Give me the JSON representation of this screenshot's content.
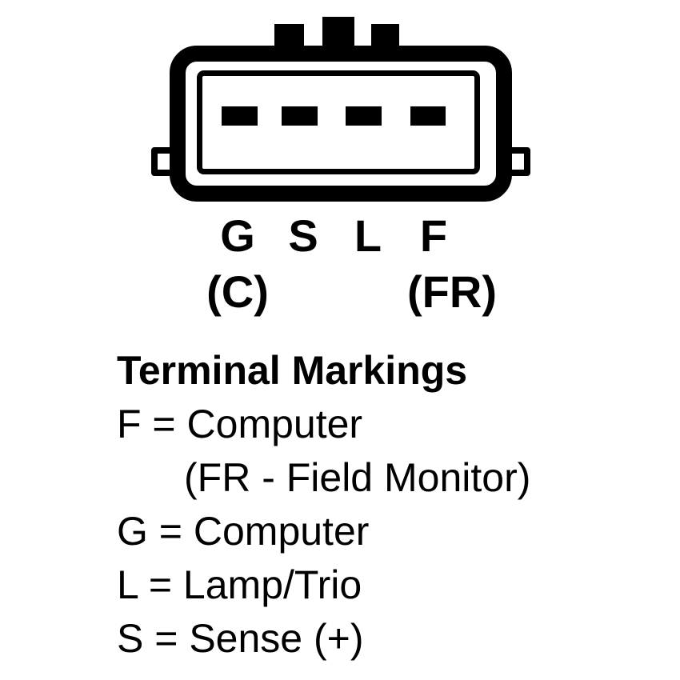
{
  "colors": {
    "line": "#000000",
    "background": "#ffffff"
  },
  "connector": {
    "pin_labels": [
      "G",
      "S",
      "L",
      "F"
    ],
    "sub_label_g": "(C)",
    "sub_label_f": "(FR)"
  },
  "legend": {
    "title": "Terminal Markings",
    "lines": [
      "F = Computer",
      "(FR - Field Monitor)",
      "G = Computer",
      "L = Lamp/Trio",
      "S = Sense (+)"
    ]
  }
}
